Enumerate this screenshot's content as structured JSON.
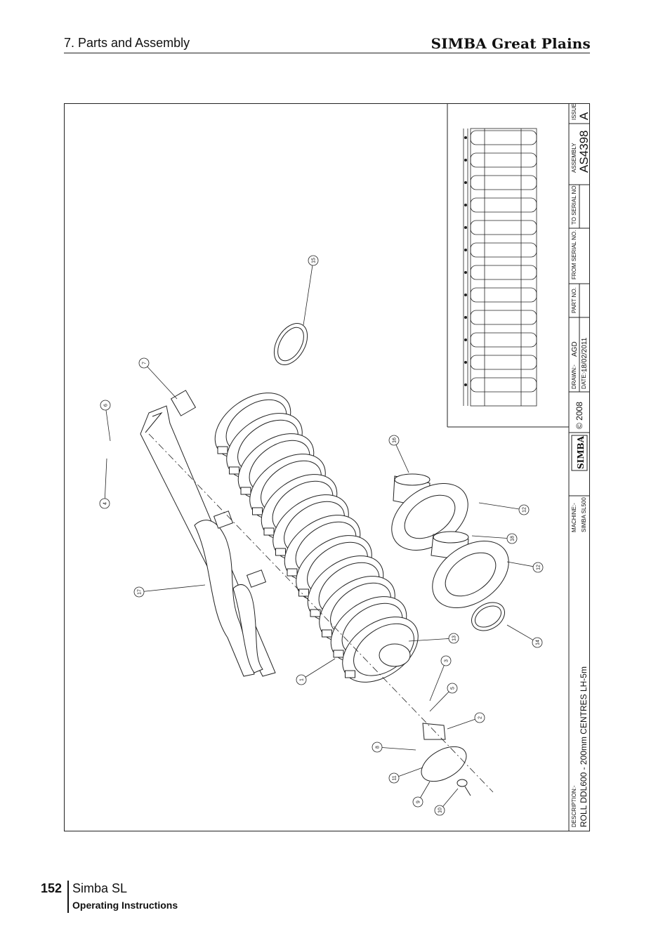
{
  "header": {
    "section": "7. Parts and Assembly",
    "brand": "SIMBA Great Plains"
  },
  "footer": {
    "page_number": "152",
    "product": "Simba SL",
    "subtitle": "Operating Instructions"
  },
  "title_block": {
    "issue_label": "ISSUE",
    "issue_value": "A",
    "assembly_label": "ASSEMBLY",
    "assembly_value": "AS4398",
    "to_serial_label": "TO SERIAL NO.",
    "from_serial_label": "FROM SERIAL NO.",
    "part_no_label": "PART NO.",
    "drawn_label": "DRAWN:-",
    "drawn_value": "AGD",
    "date_label": "DATE:-",
    "date_value": "18/02/2011",
    "copyright": "© 2008",
    "logo_text": "SIMBA",
    "machine_label": "MACHINE:-",
    "machine_value": "SIMBA SL500",
    "description_label": "DESCRIPTION:-",
    "description_value": "ROLL DDL600 - 200mm CENTRES LH-5m"
  },
  "callouts": [
    "1",
    "2",
    "3",
    "4",
    "5",
    "6",
    "7",
    "8",
    "9",
    "10",
    "11",
    "12",
    "12",
    "13",
    "14",
    "15",
    "16",
    "17",
    "18"
  ]
}
